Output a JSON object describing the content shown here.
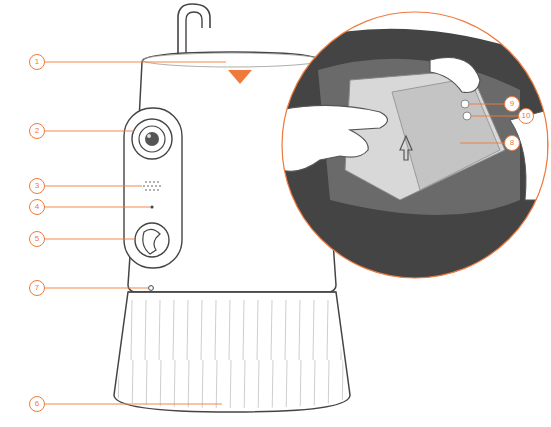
{
  "diagram": {
    "labels": [
      "1",
      "2",
      "3",
      "4",
      "5",
      "7",
      "6",
      "9",
      "10",
      "8"
    ]
  }
}
